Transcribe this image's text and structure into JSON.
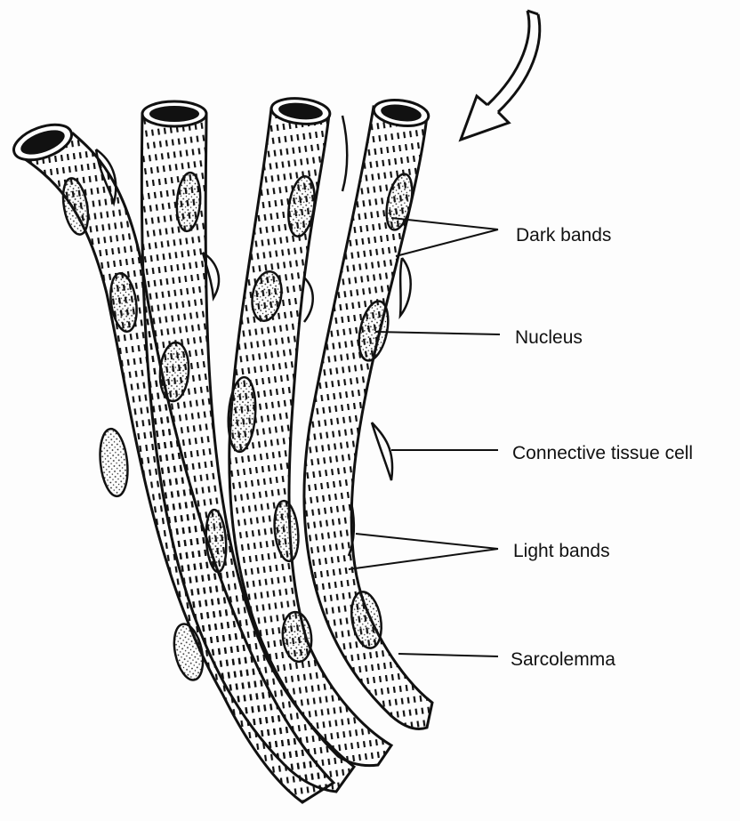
{
  "labels": {
    "dark_bands": "Dark bands",
    "nucleus": "Nucleus",
    "connective_tissue_cell": "Connective tissue cell",
    "light_bands": "Light bands",
    "sarcolemma": "Sarcolemma"
  },
  "colors": {
    "ink": "#111111",
    "fill": "#ffffff",
    "nucleus_fill": "#f2f2f2"
  },
  "icons": {
    "arrow": "curved-arrow-icon"
  }
}
